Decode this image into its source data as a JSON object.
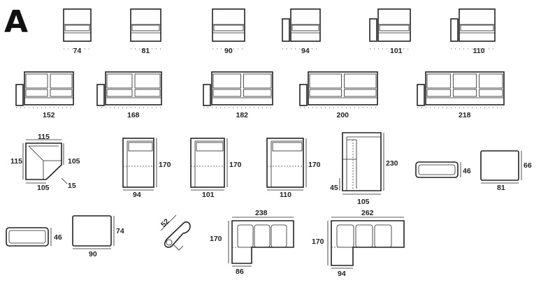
{
  "sheet": {
    "letter": "A"
  },
  "row1": [
    {
      "id": "s74",
      "label": "74",
      "arm": false
    },
    {
      "id": "s81",
      "label": "81",
      "arm": false
    },
    {
      "id": "s90",
      "label": "90",
      "arm": false
    },
    {
      "id": "s94",
      "label": "94",
      "arm": true
    },
    {
      "id": "s101",
      "label": "101",
      "arm": true
    },
    {
      "id": "s110",
      "label": "110",
      "arm": true
    }
  ],
  "row2": [
    {
      "id": "d152",
      "label": "152"
    },
    {
      "id": "d168",
      "label": "168"
    },
    {
      "id": "d182",
      "label": "182"
    },
    {
      "id": "d200",
      "label": "200"
    },
    {
      "id": "d218",
      "label": "218",
      "seats": 3
    }
  ],
  "row3": {
    "corner": {
      "top": "115",
      "left": "115",
      "right": "105",
      "bottom": "105",
      "small": "15"
    },
    "chaise94": {
      "width": "94",
      "depth": "170"
    },
    "chaise101": {
      "width": "101",
      "depth": "170"
    },
    "chaise110": {
      "width": "110",
      "depth": "170"
    },
    "chaise230": {
      "width": "105",
      "depth": "230",
      "small": "45"
    },
    "pouf_a": {
      "height": "46"
    },
    "pouf_a_top": {
      "width": "81",
      "depth": "66"
    }
  },
  "row4": {
    "pouf_b": {
      "height": "46"
    },
    "pouf_b_top": {
      "width": "90",
      "depth": "74"
    },
    "headrest": {
      "label": "52"
    },
    "sofa238": {
      "width": "238",
      "depth": "170",
      "chaise": "86"
    },
    "sofa262": {
      "width": "262",
      "depth": "170",
      "chaise": "94"
    }
  }
}
